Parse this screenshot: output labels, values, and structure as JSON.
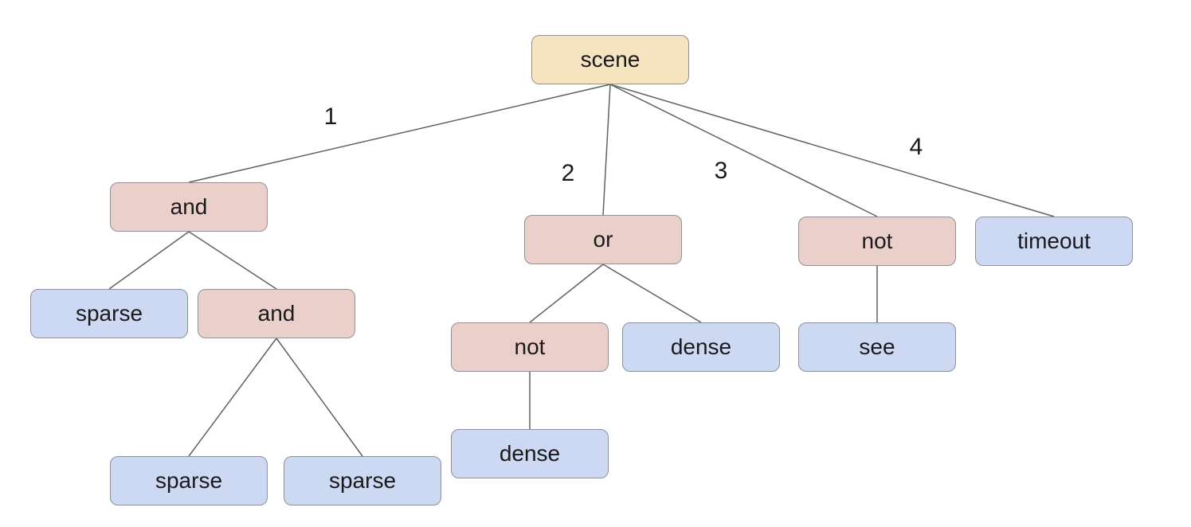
{
  "diagram": {
    "nodes": {
      "scene": {
        "label": "scene",
        "type": "root"
      },
      "and1": {
        "label": "and",
        "type": "operator"
      },
      "or1": {
        "label": "or",
        "type": "operator"
      },
      "not1": {
        "label": "not",
        "type": "operator"
      },
      "timeout1": {
        "label": "timeout",
        "type": "leaf"
      },
      "sparse1": {
        "label": "sparse",
        "type": "leaf"
      },
      "and2": {
        "label": "and",
        "type": "operator"
      },
      "sparse2": {
        "label": "sparse",
        "type": "leaf"
      },
      "sparse3": {
        "label": "sparse",
        "type": "leaf"
      },
      "not2": {
        "label": "not",
        "type": "operator"
      },
      "dense1": {
        "label": "dense",
        "type": "leaf"
      },
      "dense2": {
        "label": "dense",
        "type": "leaf"
      },
      "see1": {
        "label": "see",
        "type": "leaf"
      }
    },
    "edge_labels": [
      "1",
      "2",
      "3",
      "4"
    ],
    "edges": [
      {
        "from": "scene",
        "to": "and1",
        "label": "1"
      },
      {
        "from": "scene",
        "to": "or1",
        "label": "2"
      },
      {
        "from": "scene",
        "to": "not1",
        "label": "3"
      },
      {
        "from": "scene",
        "to": "timeout1",
        "label": "4"
      },
      {
        "from": "and1",
        "to": "sparse1"
      },
      {
        "from": "and1",
        "to": "and2"
      },
      {
        "from": "and2",
        "to": "sparse2"
      },
      {
        "from": "and2",
        "to": "sparse3"
      },
      {
        "from": "or1",
        "to": "not2"
      },
      {
        "from": "or1",
        "to": "dense1"
      },
      {
        "from": "not2",
        "to": "dense2"
      },
      {
        "from": "not1",
        "to": "see1"
      }
    ],
    "colors": {
      "root_fill": "#f6e3c0",
      "operator_fill": "#eacfca",
      "leaf_fill": "#cdd8f2",
      "node_border": "#8e9297",
      "edge_line": "#616161",
      "background": "#ffffff",
      "text": "#1a1a1a"
    }
  }
}
